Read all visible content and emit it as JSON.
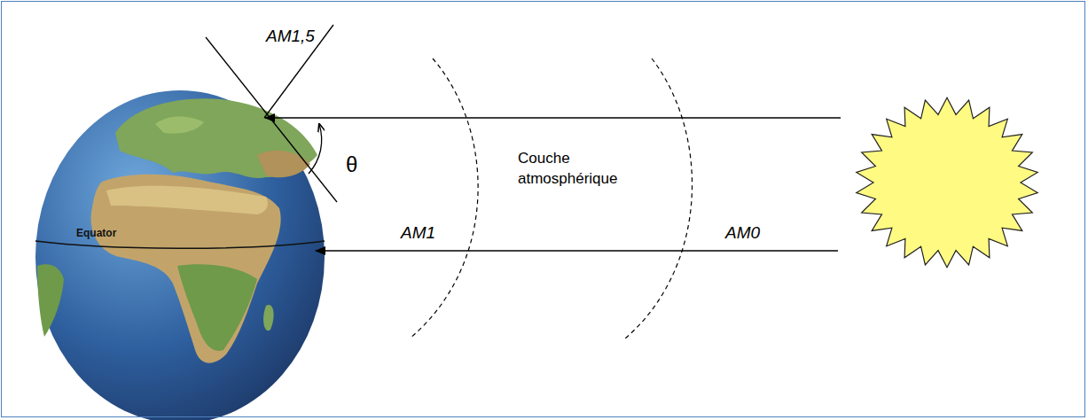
{
  "diagram": {
    "labels": [
      "AM1,5",
      "θ",
      "Couche atmosphérique",
      "AM1",
      "AM0",
      "Equator"
    ]
  }
}
